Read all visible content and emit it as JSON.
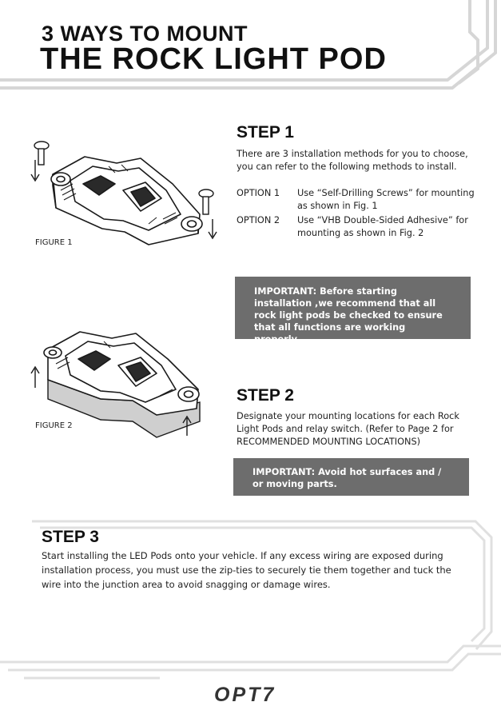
{
  "header": {
    "line1": "3 WAYS TO MOUNT",
    "line2": "THE ROCK LIGHT POD"
  },
  "figures": [
    {
      "label": "FIGURE 1"
    },
    {
      "label": "FIGURE 2"
    }
  ],
  "step1": {
    "title": "STEP 1",
    "intro": "There are 3 installation methods for you to choose, you can refer to the following methods to install.",
    "options": [
      {
        "label": "OPTION 1",
        "text": "Use “Self-Drilling Screws” for mounting as shown in Fig. 1"
      },
      {
        "label": "OPTION 2",
        "text": "Use “VHB Double-Sided Adhesive” for mounting as shown in Fig. 2"
      }
    ],
    "important": "IMPORTANT: Before starting installation ,we recommend that all rock light pods be checked to ensure that all functions are working properly."
  },
  "step2": {
    "title": "STEP 2",
    "text": "Designate your mounting locations for each Rock Light Pods and relay switch. (Refer to Page 2 for RECOMMENDED MOUNTING LOCATIONS)",
    "important": "IMPORTANT: Avoid hot surfaces and / or moving parts."
  },
  "step3": {
    "title": "STEP 3",
    "text": "Start installing the LED Pods onto your vehicle. If any excess wiring are exposed during installation process, you must use the zip-ties to securely tie them together and tuck the wire into the junction area to avoid snagging or damage wires."
  },
  "footer": {
    "logo": "OPT7"
  },
  "colors": {
    "important_bg": "#6d6d6d",
    "text": "#1a1a1a",
    "deco_gray": "#d4d4d4"
  }
}
